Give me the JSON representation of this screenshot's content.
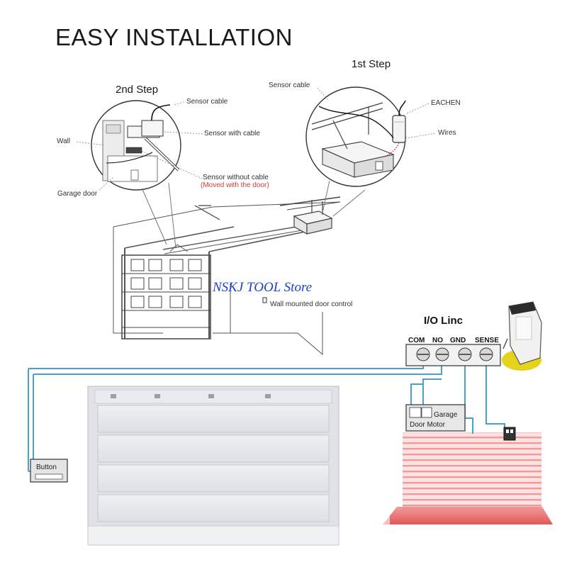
{
  "title": "EASY INSTALLATION",
  "step1": {
    "heading": "1st Step",
    "sensor_cable": "Sensor cable",
    "brand": "EACHEN",
    "wires": "Wires"
  },
  "step2": {
    "heading": "2nd Step",
    "sensor_cable": "Sensor cable",
    "sensor_with_cable": "Sensor with cable",
    "wall": "Wall",
    "sensor_without_cable": "Sensor without cable",
    "moved_with_door": "(Moved with the door)",
    "garage_door": "Garage door"
  },
  "wall_control": "Wall mounted door control",
  "watermark": "NSKJ TOOL Store",
  "io_linc": {
    "title": "I/O Linc",
    "terminals": [
      "COM",
      "NO",
      "GND",
      "SENSE"
    ]
  },
  "button_label": "Button",
  "motor_label_line1": "Garage",
  "motor_label_line2": "Door Motor",
  "colors": {
    "wire": "#4aa3c7",
    "text": "#222222",
    "watermark": "#1a43c8",
    "warning": "#d83a3a",
    "highlight": "#e4d21b",
    "door_red": "#e85a5a"
  }
}
